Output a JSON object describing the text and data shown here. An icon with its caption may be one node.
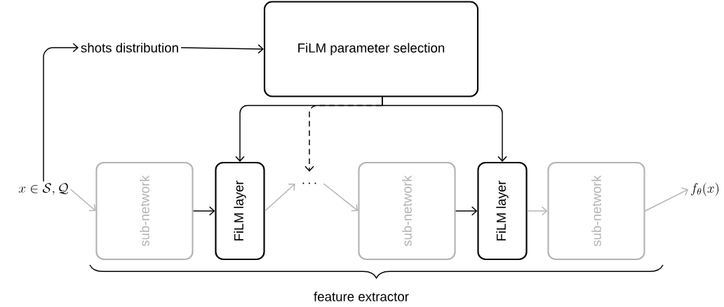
{
  "diagram": {
    "nodes": [
      {
        "text": [
          "x \\in \\mathcal{S}, \\mathcal{Q}"
        ]
      },
      {
        "text": [
          "shots distribution"
        ]
      },
      {
        "text": [
          "FiLM parameter selection"
        ]
      },
      {
        "text": [
          "sub-network"
        ]
      },
      {
        "text": [
          "FiLM layer"
        ]
      },
      {
        "text": [
          "\\cdots"
        ]
      },
      {
        "text": [
          "sub-network"
        ]
      },
      {
        "text": [
          "FiLM layer"
        ]
      },
      {
        "text": [
          "sub-network"
        ]
      },
      {
        "text": [
          "f_\\theta(x)"
        ]
      }
    ],
    "edges": [
      {
        "from": 0,
        "to": 3,
        "arrow": "to",
        "color": "#b3b3b3"
      },
      {
        "from": 3,
        "to": 4,
        "arrow": "to"
      },
      {
        "from": 4,
        "to": 5,
        "arrow": "to",
        "color": "#b3b3b3"
      },
      {
        "from": 5,
        "to": 6,
        "arrow": "to",
        "color": "#b3b3b3"
      },
      {
        "from": 6,
        "to": 7,
        "arrow": "to"
      },
      {
        "from": 7,
        "to": 8,
        "arrow": "to",
        "color": "#b3b3b3"
      },
      {
        "from": 8,
        "to": 9,
        "arrow": "to",
        "color": "#b3b3b3"
      },
      {
        "from": 0,
        "to": 1,
        "arrow": "to"
      },
      {
        "from": 1,
        "to": 2,
        "arrow": "to"
      },
      {
        "from": 2,
        "to": 4,
        "arrow": "to"
      },
      {
        "from": 2,
        "to": 5,
        "arrow": "to",
        "style": "dashed"
      },
      {
        "from": 2,
        "to": 7,
        "arrow": "to"
      }
    ],
    "labels": [
      "feature extractor"
    ]
  }
}
